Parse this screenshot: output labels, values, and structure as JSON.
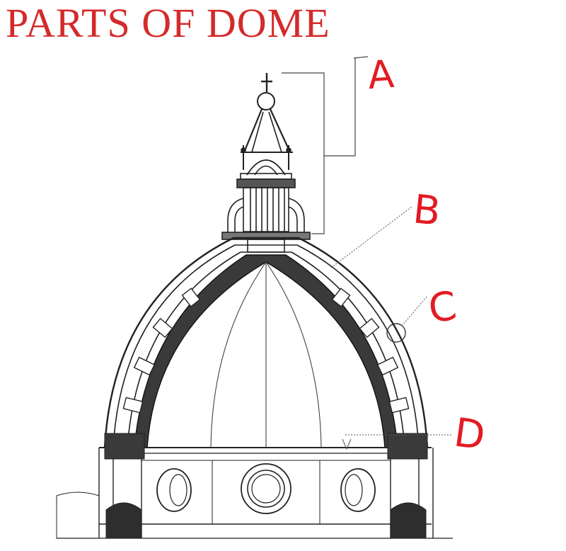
{
  "title": "PARTS OF DOME",
  "labels": {
    "a": "A",
    "b": "B",
    "c": "C",
    "d": "D"
  },
  "colors": {
    "title": "#d42a2a",
    "labels": "#e31b23",
    "ink": "#222222"
  }
}
